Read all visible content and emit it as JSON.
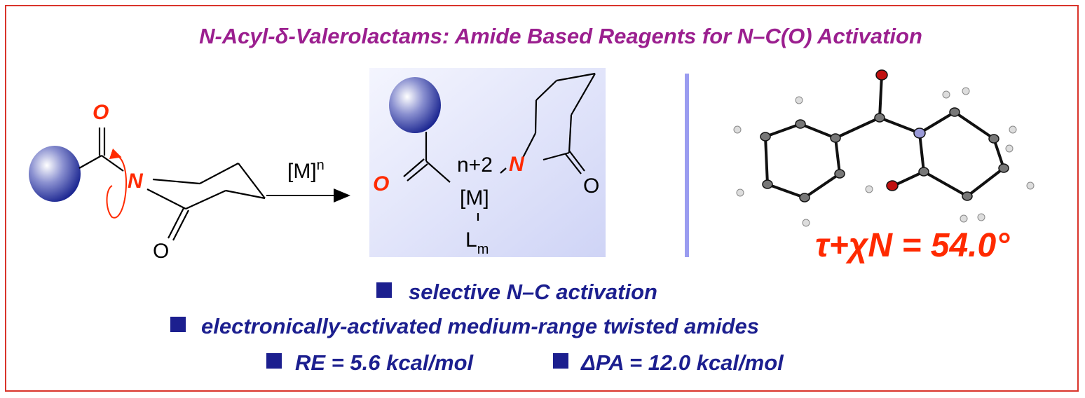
{
  "title": "N-Acyl-δ-Valerolactams: Amide Based Reagents for N–C(O) Activation",
  "scheme": {
    "reactant_O": "O",
    "reactant_N": "N",
    "reactant_lactam_O": "O",
    "reagent": "[M]",
    "reagent_sup": "n",
    "product_O": "O",
    "product_N": "N",
    "product_lactam_O": "O",
    "metal": "[M]",
    "metal_sup": "n+2",
    "ligand": "L",
    "ligand_sub": "m"
  },
  "twist": {
    "label": "τ+χN = 54.0°"
  },
  "bullets": [
    "selective N–C activation",
    "electronically-activated medium-range twisted amides",
    "RE = 5.6 kcal/mol",
    "ΔPA = 12.0 kcal/mol"
  ],
  "colors": {
    "title": "#9b1f8f",
    "heteroatom": "#ff2a00",
    "bullet": "#1c1f8f",
    "border": "#d9342b"
  }
}
